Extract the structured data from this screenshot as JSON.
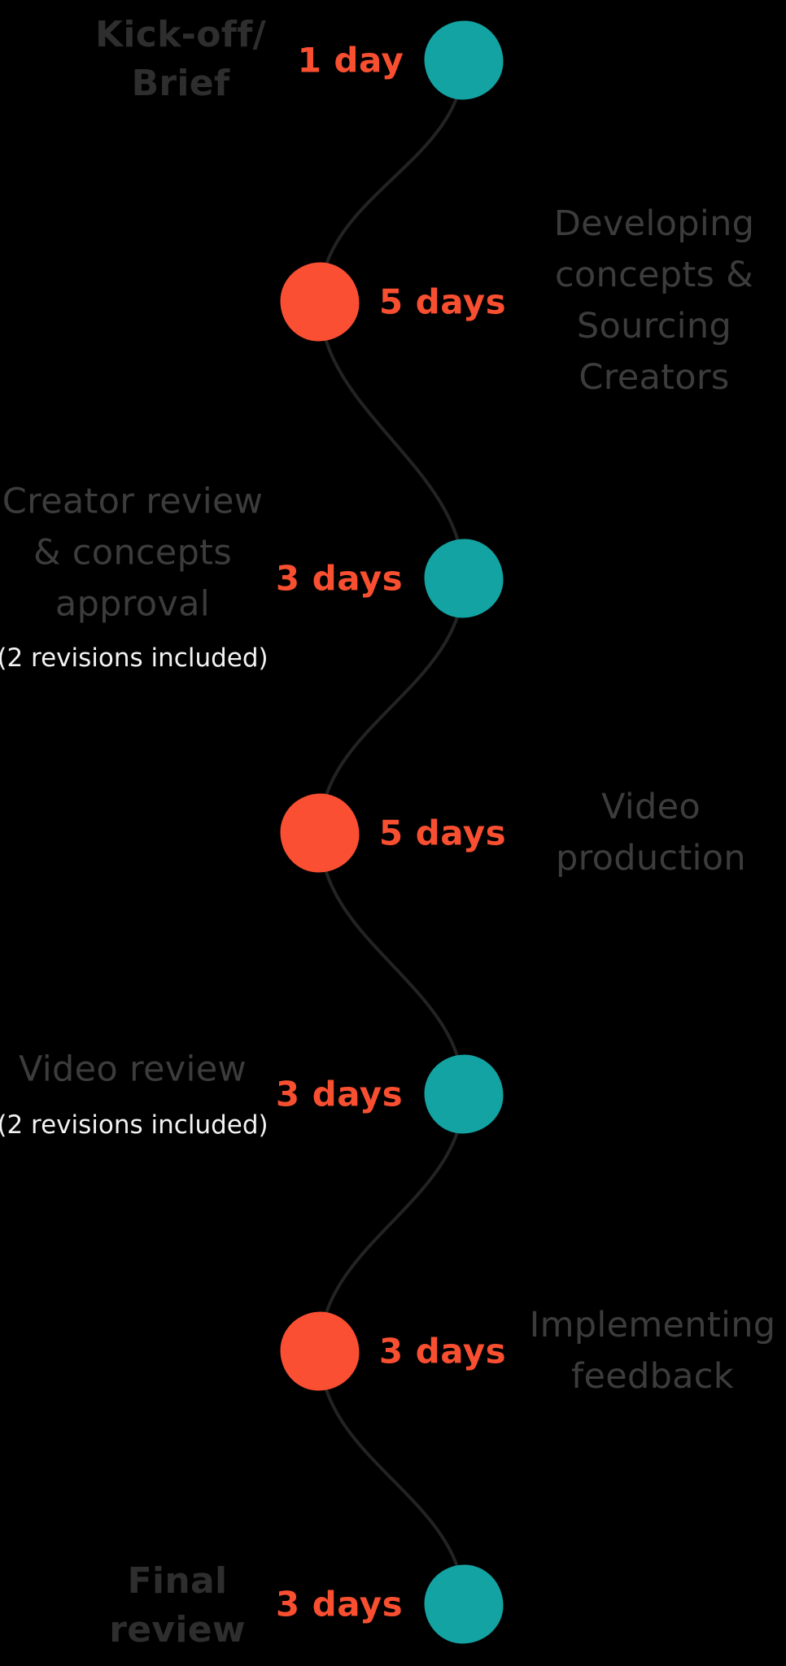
{
  "colors": {
    "background": "#000000",
    "teal_circle": "#13A3A2",
    "orange_circle": "#FA4F33",
    "duration_text": "#F94F31",
    "stage_label": "#3C3C3C",
    "stage_label_strong": "#2E2E2E",
    "note_text": "#F2F2F2",
    "connector_line": "#232323"
  },
  "nodes": [
    {
      "duration": "1 day",
      "circle_color": "teal",
      "label_lines": [
        "Kick-off/",
        "Brief"
      ],
      "note": ""
    },
    {
      "duration": "5 days",
      "circle_color": "orange",
      "label_lines": [
        "Developing",
        "concepts &",
        "Sourcing",
        "Creators"
      ],
      "note": ""
    },
    {
      "duration": "3 days",
      "circle_color": "teal",
      "label_lines": [
        "Creator review",
        "& concepts",
        "approval"
      ],
      "note": "(2 revisions included)"
    },
    {
      "duration": "5 days",
      "circle_color": "orange",
      "label_lines": [
        "Video",
        "production"
      ],
      "note": ""
    },
    {
      "duration": "3 days",
      "circle_color": "teal",
      "label_lines": [
        "Video review"
      ],
      "note": "(2 revisions included)"
    },
    {
      "duration": "3 days",
      "circle_color": "orange",
      "label_lines": [
        "Implementing",
        "feedback"
      ],
      "note": ""
    },
    {
      "duration": "3 days",
      "circle_color": "teal",
      "label_lines": [
        "Final",
        "review"
      ],
      "note": ""
    }
  ]
}
